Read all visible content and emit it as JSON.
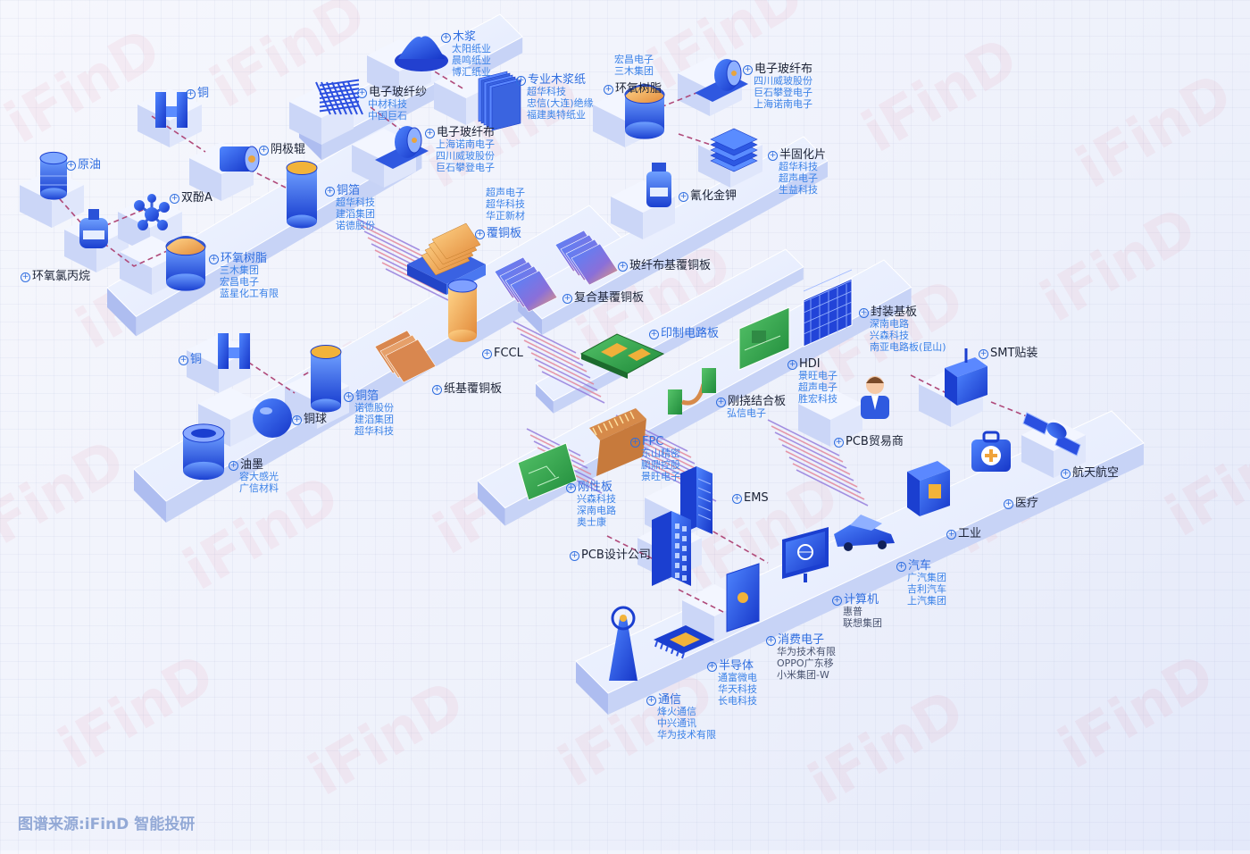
{
  "colors": {
    "accent": "#2f6ee0",
    "platform": "#e6ecfc",
    "icon_blue": "#1f4fd8",
    "gold": "#f2b33a",
    "green": "#3bb24a",
    "watermark": "#dc5a6e"
  },
  "watermark": "iFinD",
  "footer": {
    "source": "图谱来源:iFinD 智能投研"
  },
  "nodes": [
    {
      "id": "yuanyou",
      "label": "原油",
      "blue": true,
      "icon": "oil-barrel-icon",
      "subs": []
    },
    {
      "id": "shuangfen",
      "label": "双酚A",
      "blue": false,
      "icon": "molecule-icon",
      "subs": []
    },
    {
      "id": "huanyanglvbingwan",
      "label": "环氧氯丙烷",
      "blue": false,
      "icon": "chemical-bottle-icon",
      "subs": []
    },
    {
      "id": "huanyangshuzhi1",
      "label": "环氧树脂",
      "blue": true,
      "icon": "resin-bucket-icon",
      "subs": [
        "三木集团",
        "宏昌电子",
        "蓝星化工有限"
      ]
    },
    {
      "id": "tong1",
      "label": "铜",
      "blue": true,
      "icon": "copper-magnet-icon",
      "subs": []
    },
    {
      "id": "yinjigun",
      "label": "阴极辊",
      "blue": false,
      "icon": "roller-icon",
      "subs": []
    },
    {
      "id": "tongbo1",
      "label": "铜箔",
      "blue": true,
      "icon": "copper-foil-roll-icon",
      "subs": [
        "超华科技",
        "建滔集团",
        "诺德股份"
      ]
    },
    {
      "id": "boxiansha",
      "label": "电子玻纤纱",
      "blue": false,
      "icon": "fiber-mesh-icon",
      "subs": [
        "中材科技",
        "中国巨石"
      ]
    },
    {
      "id": "mujiang",
      "label": "木浆",
      "blue": true,
      "icon": "pulp-pile-icon",
      "subs": [
        "太阳纸业",
        "晨鸣纸业",
        "博汇纸业"
      ]
    },
    {
      "id": "zhuanyemujiangzhi",
      "label": "专业木浆纸",
      "blue": true,
      "icon": "paper-stack-icon",
      "subs": [
        "超华科技",
        "忠信(大连)绝缘",
        "福建奥特纸业"
      ]
    },
    {
      "id": "boxianbu1",
      "label": "电子玻纤布",
      "blue": false,
      "icon": "fabric-roll-icon",
      "subs": [
        "上海诺南电子",
        "四川威玻股份",
        "巨石攀登电子"
      ]
    },
    {
      "id": "huanyangshuzhi2",
      "label": "环氧树脂",
      "blue": false,
      "icon": "resin-bucket-icon",
      "subs": [
        "宏昌电子",
        "三木集团"
      ],
      "subs_above": true
    },
    {
      "id": "boxianbu2",
      "label": "电子玻纤布",
      "blue": false,
      "icon": "fabric-roll-icon",
      "subs": [
        "四川威玻股份",
        "巨石攀登电子",
        "上海诺南电子"
      ]
    },
    {
      "id": "bangu",
      "label": "半固化片",
      "blue": false,
      "icon": "prepreg-stack-icon",
      "subs": [
        "超华科技",
        "超声电子",
        "生益科技"
      ]
    },
    {
      "id": "qinghuajinjia",
      "label": "氰化金钾",
      "blue": false,
      "icon": "reagent-bottle-icon",
      "subs": []
    },
    {
      "id": "fugongban",
      "label": "覆铜板",
      "blue": true,
      "icon": "laminate-box-icon",
      "subs": [
        "超声电子",
        "超华科技",
        "华正新材"
      ],
      "subs_above": true
    },
    {
      "id": "boxianjifutongban",
      "label": "玻纤布基覆铜板",
      "blue": false,
      "icon": "laminate-sheets-icon",
      "subs": []
    },
    {
      "id": "fuhejifutongban",
      "label": "复合基覆铜板",
      "blue": false,
      "icon": "laminate-sheets-icon",
      "subs": []
    },
    {
      "id": "fccl",
      "label": "FCCL",
      "blue": false,
      "icon": "fccl-roll-icon",
      "subs": []
    },
    {
      "id": "zhijifutongban",
      "label": "纸基覆铜板",
      "blue": false,
      "icon": "paper-laminate-icon",
      "subs": []
    },
    {
      "id": "tong2",
      "label": "铜",
      "blue": true,
      "icon": "copper-magnet-icon",
      "subs": []
    },
    {
      "id": "tongqiu",
      "label": "铜球",
      "blue": false,
      "icon": "copper-ball-icon",
      "subs": []
    },
    {
      "id": "tongbo2",
      "label": "铜箔",
      "blue": true,
      "icon": "copper-foil-roll-icon",
      "subs": [
        "诺德股份",
        "建滔集团",
        "超华科技"
      ]
    },
    {
      "id": "youmo",
      "label": "油墨",
      "blue": false,
      "icon": "ink-can-icon",
      "subs": [
        "容大感光",
        "广信材料"
      ]
    },
    {
      "id": "yinzhidianluban",
      "label": "印制电路板",
      "blue": true,
      "icon": "pcb-board-icon",
      "subs": []
    },
    {
      "id": "fengzhuangjiban",
      "label": "封装基板",
      "blue": false,
      "icon": "package-substrate-icon",
      "subs": [
        "深南电路",
        "兴森科技",
        "南亚电路板(昆山)"
      ]
    },
    {
      "id": "hdi",
      "label": "HDI",
      "blue": false,
      "icon": "hdi-board-icon",
      "subs": [
        "景旺电子",
        "超声电子",
        "胜宏科技"
      ]
    },
    {
      "id": "ganglao",
      "label": "刚挠结合板",
      "blue": false,
      "icon": "rigid-flex-icon",
      "subs": [
        "弘信电子"
      ]
    },
    {
      "id": "fpc",
      "label": "FPC",
      "blue": true,
      "icon": "flex-circuit-icon",
      "subs": [
        "东山精密",
        "鹏鼎控股",
        "景旺电子"
      ]
    },
    {
      "id": "gangxingban",
      "label": "刚性板",
      "blue": true,
      "icon": "rigid-board-icon",
      "subs": [
        "兴森科技",
        "深南电路",
        "奥士康"
      ]
    },
    {
      "id": "pcbmaoyi",
      "label": "PCB贸易商",
      "blue": false,
      "icon": "trader-person-icon",
      "subs": []
    },
    {
      "id": "smt",
      "label": "SMT贴装",
      "blue": false,
      "icon": "smt-machine-icon",
      "subs": []
    },
    {
      "id": "ems",
      "label": "EMS",
      "blue": false,
      "icon": "ems-building-icon",
      "subs": []
    },
    {
      "id": "pcbsheji",
      "label": "PCB设计公司",
      "blue": false,
      "icon": "pcb-building-icon",
      "subs": []
    },
    {
      "id": "hangtian",
      "label": "航天航空",
      "blue": false,
      "icon": "satellite-icon",
      "subs": []
    },
    {
      "id": "yiliao",
      "label": "医疗",
      "blue": false,
      "icon": "medical-kit-icon",
      "subs": []
    },
    {
      "id": "gongye",
      "label": "工业",
      "blue": false,
      "icon": "industrial-machine-icon",
      "subs": []
    },
    {
      "id": "qiche",
      "label": "汽车",
      "blue": true,
      "icon": "car-icon",
      "subs": [
        "广汽集团",
        "吉利汽车",
        "上汽集团"
      ]
    },
    {
      "id": "jisuanji",
      "label": "计算机",
      "blue": true,
      "icon": "monitor-icon",
      "subs": [
        "惠普",
        "联想集团"
      ],
      "subs_dark": true
    },
    {
      "id": "xiaofeidianzi",
      "label": "消费电子",
      "blue": true,
      "icon": "tablet-icon",
      "subs": [
        "华为技术有限",
        "OPPO广东移",
        "小米集团-W"
      ],
      "subs_dark": true
    },
    {
      "id": "bandaoti",
      "label": "半导体",
      "blue": true,
      "icon": "chip-icon",
      "subs": [
        "通富微电",
        "华天科技",
        "长电科技"
      ]
    },
    {
      "id": "tongxin",
      "label": "通信",
      "blue": true,
      "icon": "radio-tower-icon",
      "subs": [
        "烽火通信",
        "中兴通讯",
        "华为技术有限"
      ]
    }
  ]
}
